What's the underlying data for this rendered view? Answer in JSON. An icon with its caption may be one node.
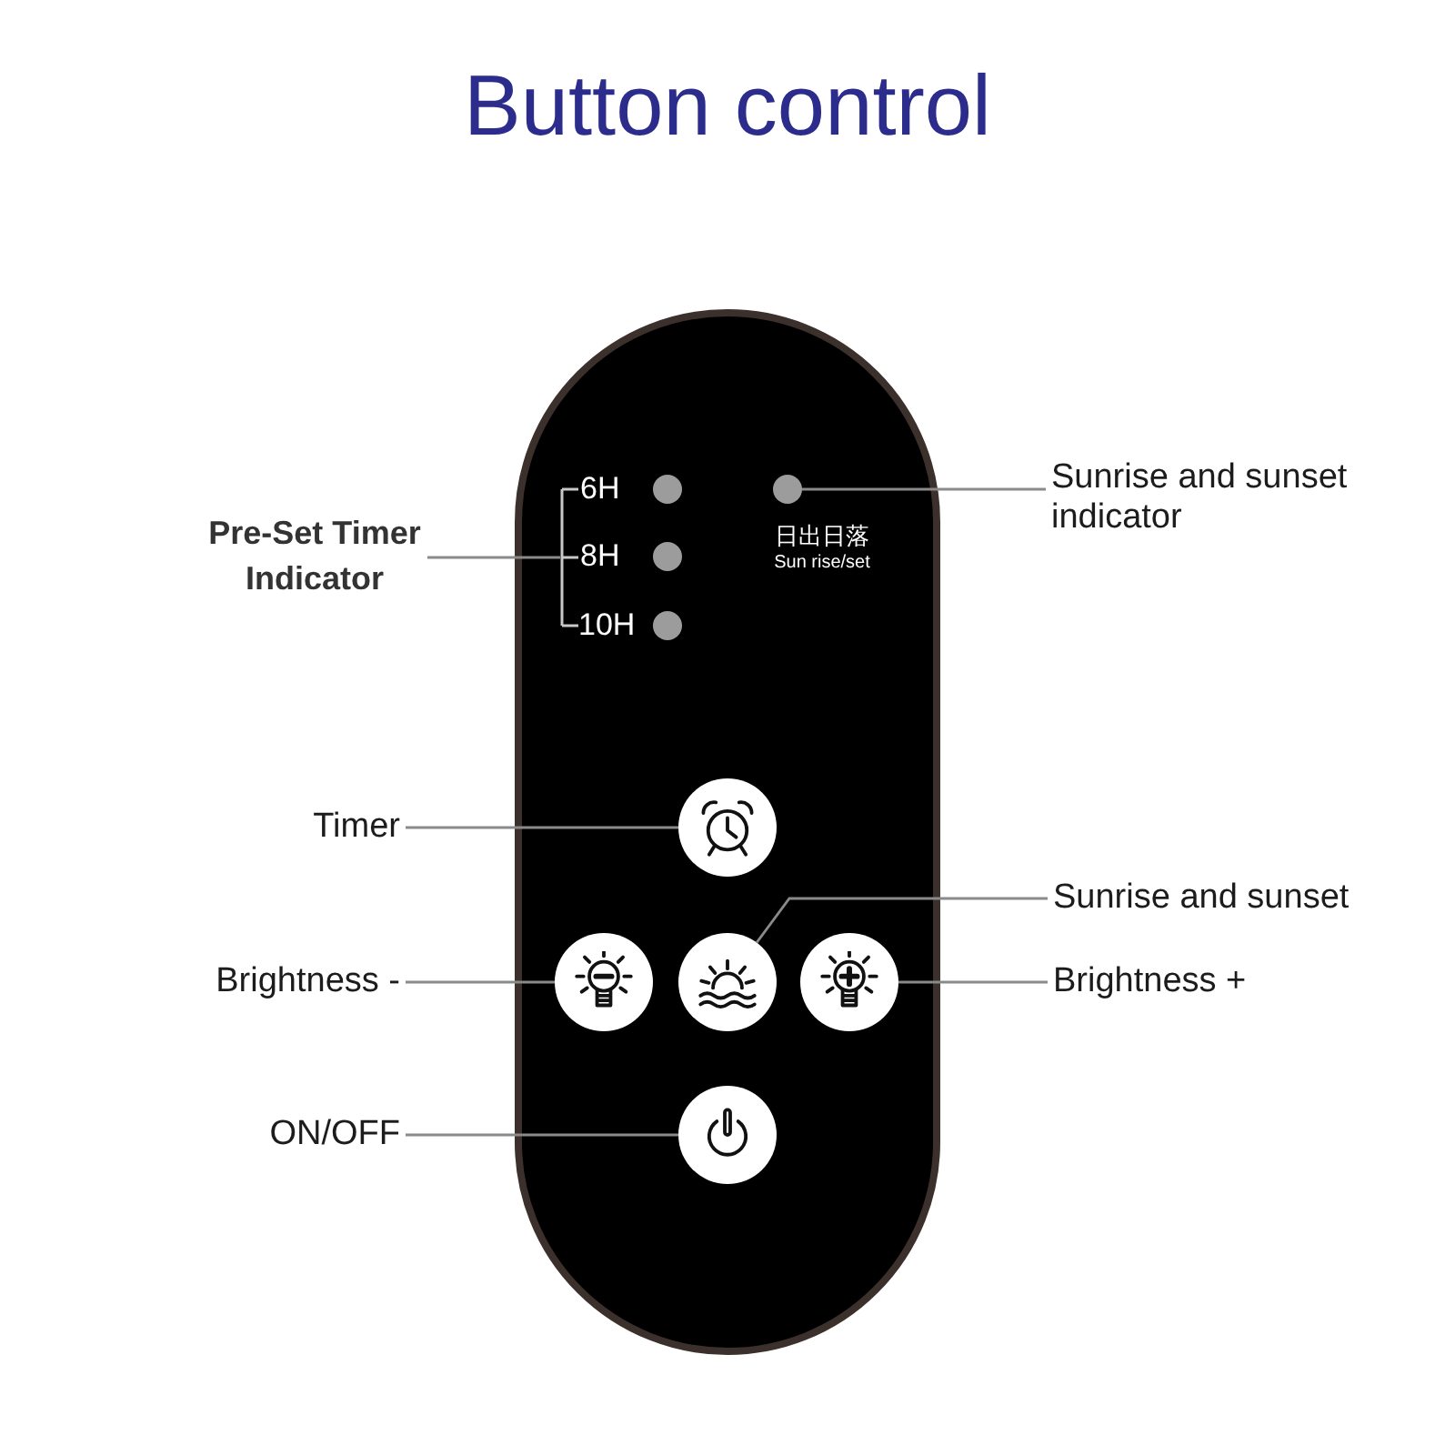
{
  "diagram": {
    "title": "Button control",
    "nodes": [
      {
        "text": [
          "6H",
          "8H",
          "10H",
          "日出日落",
          "Sun rise/set"
        ]
      },
      {
        "text": [],
        "shape": "circle",
        "in": 0
      },
      {
        "text": [],
        "shape": "circle",
        "in": 0
      },
      {
        "text": [
          "Sunrise and sunset indicator"
        ]
      },
      {
        "text": [
          "Pre-Set Timer Indicator"
        ]
      },
      {
        "text": [],
        "shape": "bracket",
        "in": 0
      },
      {
        "text": [],
        "shape": "circle",
        "in": 0
      },
      {
        "text": [],
        "shape": "circle",
        "in": 0
      },
      {
        "text": [
          "Timer"
        ]
      },
      {
        "text": [],
        "shape": "circle",
        "in": 0
      },
      {
        "text": [
          "Sunrise and sunset"
        ]
      },
      {
        "text": [
          "Brightness -"
        ]
      },
      {
        "text": [],
        "shape": "circle",
        "in": 0
      },
      {
        "text": [],
        "shape": "circle",
        "in": 0
      },
      {
        "text": [],
        "shape": "circle",
        "in": 0
      },
      {
        "text": [
          "Brightness +"
        ]
      },
      {
        "text": [
          "ON/OFF"
        ]
      },
      {
        "text": [],
        "shape": "circle",
        "in": 0
      }
    ],
    "edges": [
      {
        "from": 4,
        "to": 5,
        "arrow": "none"
      },
      {
        "from": 3,
        "to": 2,
        "arrow": "none"
      },
      {
        "from": 8,
        "to": 9,
        "arrow": "none"
      },
      {
        "from": 10,
        "to": 13,
        "arrow": "none"
      },
      {
        "from": 11,
        "to": 12,
        "arrow": "none"
      },
      {
        "from": 15,
        "to": 14,
        "arrow": "none"
      },
      {
        "from": 16,
        "to": 17,
        "arrow": "none"
      }
    ]
  }
}
